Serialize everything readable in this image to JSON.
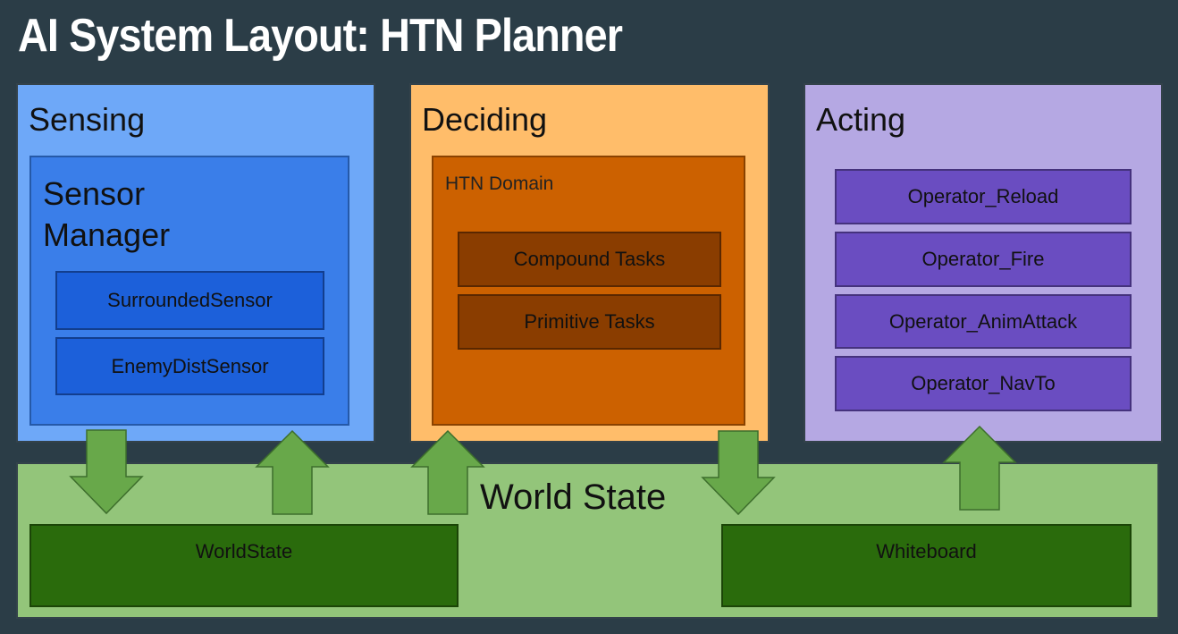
{
  "title": "AI System Layout: HTN Planner",
  "sensing": {
    "label": "Sensing",
    "manager_line1": "Sensor",
    "manager_line2": "Manager",
    "sensors": [
      "SurroundedSensor",
      "EnemyDistSensor"
    ]
  },
  "deciding": {
    "label": "Deciding",
    "domain_label": "HTN Domain",
    "tasks": [
      "Compound Tasks",
      "Primitive Tasks"
    ]
  },
  "acting": {
    "label": "Acting",
    "operators": [
      "Operator_Reload",
      "Operator_Fire",
      "Operator_AnimAttack",
      "Operator_NavTo"
    ]
  },
  "world": {
    "label": "World State",
    "stores": [
      "WorldState",
      "Whiteboard"
    ]
  },
  "colors": {
    "background": "#2b3d47",
    "sensing": "#6ea8f8",
    "deciding": "#ffbd6a",
    "acting": "#b5a8e3",
    "world": "#93c57a",
    "arrow": "#68a84a"
  }
}
